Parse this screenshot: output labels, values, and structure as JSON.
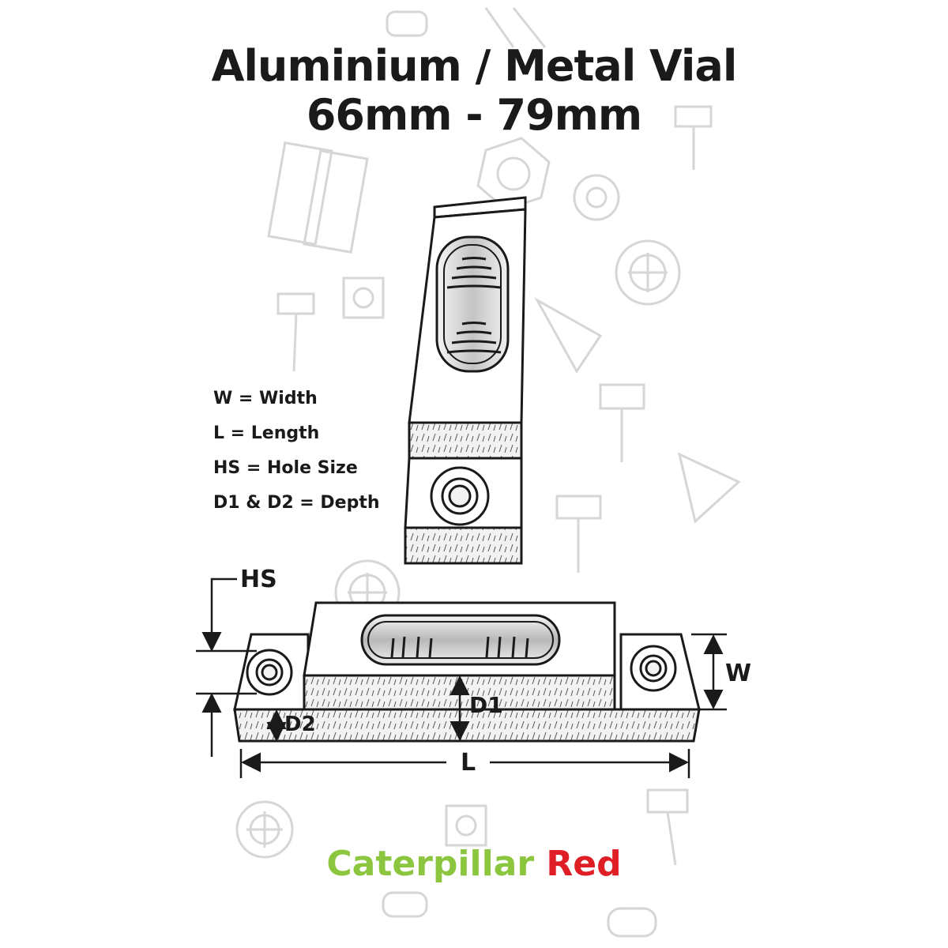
{
  "title": {
    "line1": "Aluminium / Metal Vial",
    "line2": "66mm - 79mm"
  },
  "legend": [
    "W = Width",
    "L = Length",
    "HS = Hole Size",
    "D1 & D2 = Depth"
  ],
  "dimension_labels": {
    "hs": "HS",
    "w": "W",
    "d1": "D1",
    "d2": "D2",
    "l": "L"
  },
  "brand": {
    "part1": "Caterpillar",
    "part2": "Red",
    "color1": "#8cc63f",
    "color2": "#e01e26"
  },
  "background_icons": [
    "hinge-icon",
    "nut-icon",
    "washer-icon",
    "screw-icon",
    "bolt-icon",
    "square-nut-icon",
    "round-nut-icon"
  ]
}
